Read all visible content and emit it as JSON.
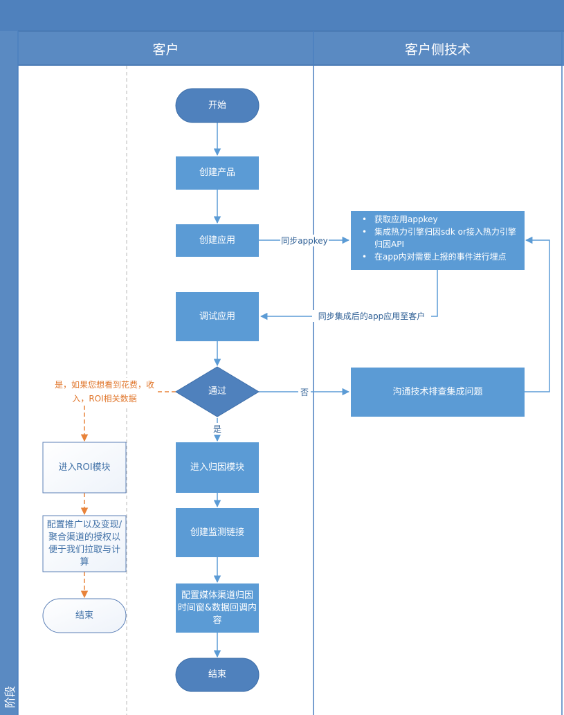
{
  "swimlane": {
    "stage_label": "阶段",
    "lanes": [
      "客户",
      "客户侧技术"
    ]
  },
  "nodes": {
    "start": "开始",
    "create_product": "创建产品",
    "create_app": "创建应用",
    "tech_tasks": [
      "获取应用appkey",
      "集成热力引擎归因sdk or接入热力引擎归因API",
      "在app内对需要上报的事件进行埋点"
    ],
    "debug_app": "调试应用",
    "pass": "通过",
    "troubleshoot": "沟通技术排查集成问题",
    "enter_attribution": "进入归因模块",
    "create_link": "创建监测链接",
    "config_media": "配置媒体渠道归因时间窗&数据回调内容",
    "end_main": "结束",
    "enter_roi": "进入ROI模块",
    "config_auth": "配置推广以及变现/聚合渠道的授权以便于我们拉取与计算",
    "end_roi": "结束"
  },
  "edges": {
    "sync_appkey": "同步appkey",
    "sync_app_to_client": "同步集成后的app应用至客户",
    "no": "否",
    "yes": "是",
    "yes_roi": "是，如果您想看到花费，收入，ROI相关数据"
  },
  "colors": {
    "lane_header": "#5a8ac2",
    "lane_border": "#4a7fbf",
    "node_fill": "#5b9bd5",
    "arrow": "#5b9bd5",
    "roi_arrow": "#e8833a",
    "roi_border": "#5b7fb6"
  }
}
